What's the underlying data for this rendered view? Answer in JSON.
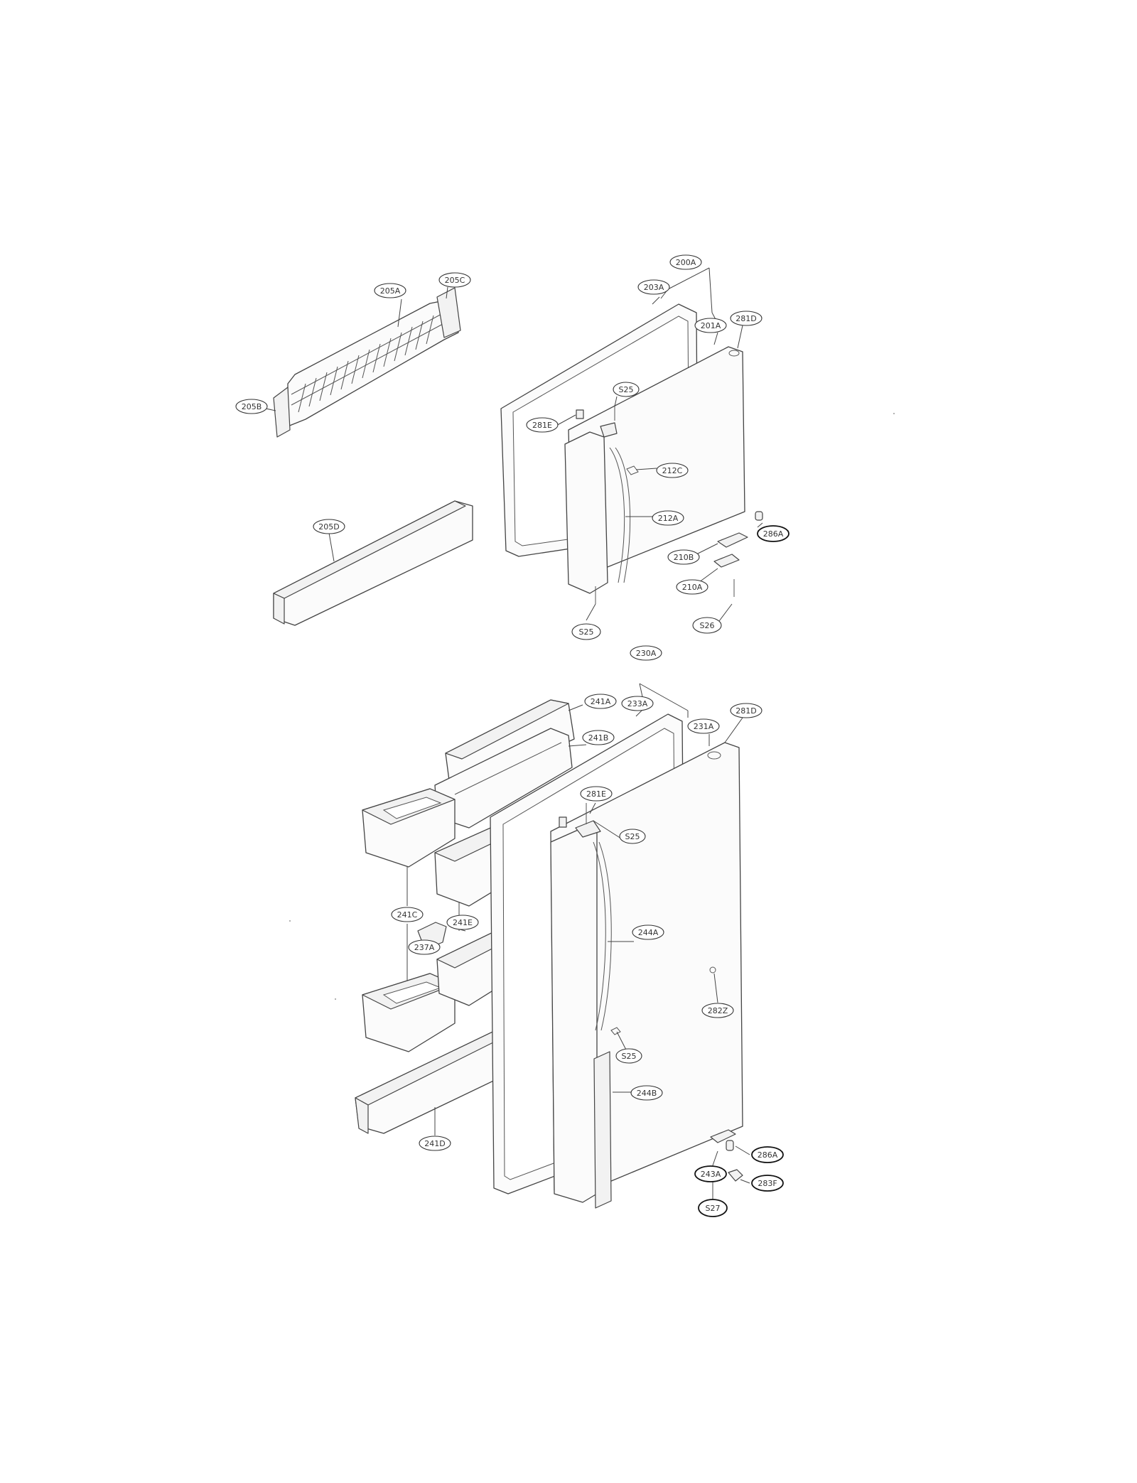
{
  "callouts": {
    "c200A": "200A",
    "c203A": "203A",
    "c201A": "201A",
    "c281D_top": "281D",
    "c205A": "205A",
    "c205C": "205C",
    "c205B": "205B",
    "c205D": "205D",
    "c281E_top": "281E",
    "c212C": "212C",
    "c212A": "212A",
    "cS25_top": "S25",
    "cS25_mid": "S25",
    "c286A_top": "286A",
    "c210B": "210B",
    "c210A": "210A",
    "cS26": "S26",
    "c230A": "230A",
    "c233A": "233A",
    "c231A": "231A",
    "c281D_bot": "281D",
    "c241A": "241A",
    "c241B": "241B",
    "c281E_bot": "281E",
    "cS25_b1": "S25",
    "c241C": "241C",
    "c241E": "241E",
    "c237A": "237A",
    "c244A": "244A",
    "c282Z": "282Z",
    "cS25_b2": "S25",
    "c244B": "244B",
    "c241D": "241D",
    "c286A_bot": "286A",
    "c243A": "243A",
    "c283F": "283F",
    "cS27": "S27"
  }
}
